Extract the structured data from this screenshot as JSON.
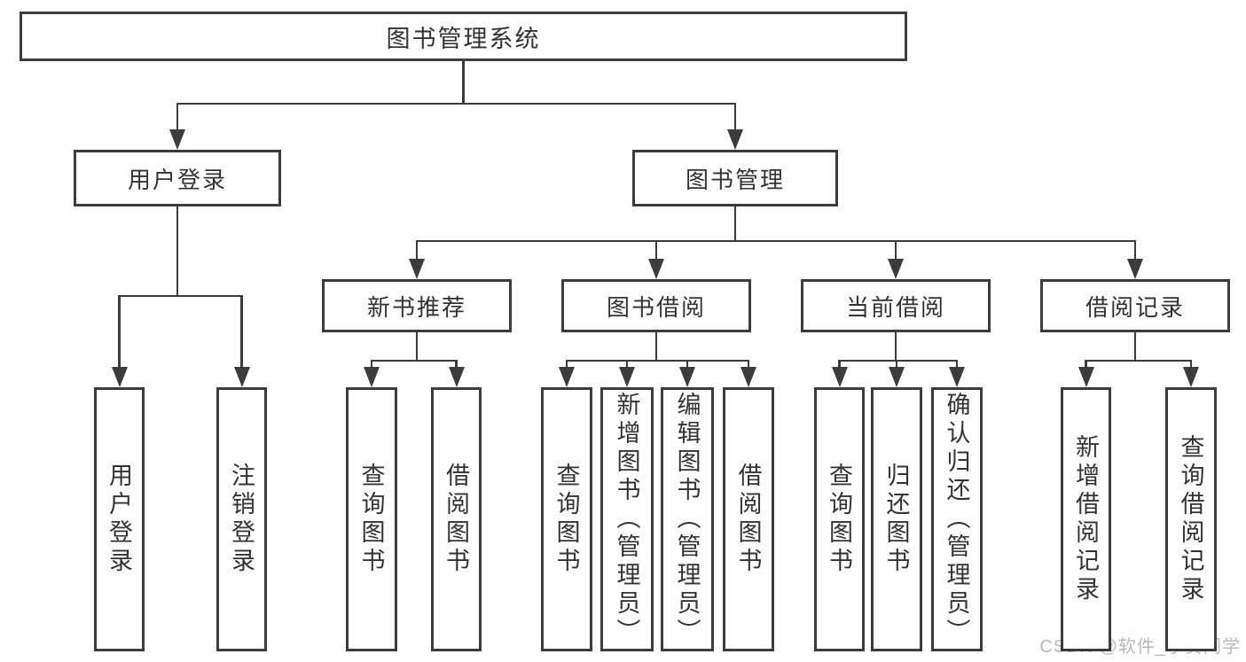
{
  "watermark": "CSDN @软件_小贺同学",
  "colors": {
    "line": "#3c3c3c",
    "text": "#333333",
    "box_background": "#ffffff",
    "watermark_text": "#b9b9b9"
  },
  "tree": {
    "id": "root",
    "label": "图书管理系统",
    "children": [
      {
        "id": "user-login",
        "label": "用户登录",
        "children": [
          {
            "id": "login-user",
            "label": "用户登录"
          },
          {
            "id": "login-logout",
            "label": "注销登录"
          }
        ]
      },
      {
        "id": "book-mgmt",
        "label": "图书管理",
        "children": [
          {
            "id": "new-book-rec",
            "label": "新书推荐",
            "children": [
              {
                "id": "rec-query",
                "label": "查询图书"
              },
              {
                "id": "rec-borrow",
                "label": "借阅图书"
              }
            ]
          },
          {
            "id": "book-borrow",
            "label": "图书借阅",
            "children": [
              {
                "id": "bb-query",
                "label": "查询图书"
              },
              {
                "id": "bb-add",
                "label": "新增图书（管理员）"
              },
              {
                "id": "bb-edit",
                "label": "编辑图书（管理员）"
              },
              {
                "id": "bb-borrow",
                "label": "借阅图书"
              }
            ]
          },
          {
            "id": "current-borrow",
            "label": "当前借阅",
            "children": [
              {
                "id": "cb-query",
                "label": "查询图书"
              },
              {
                "id": "cb-return",
                "label": "归还图书"
              },
              {
                "id": "cb-confirm",
                "label": "确认归还（管理员）"
              }
            ]
          },
          {
            "id": "borrow-records",
            "label": "借阅记录",
            "children": [
              {
                "id": "br-add",
                "label": "新增借阅记录"
              },
              {
                "id": "br-query",
                "label": "查询借阅记录"
              }
            ]
          }
        ]
      }
    ]
  }
}
